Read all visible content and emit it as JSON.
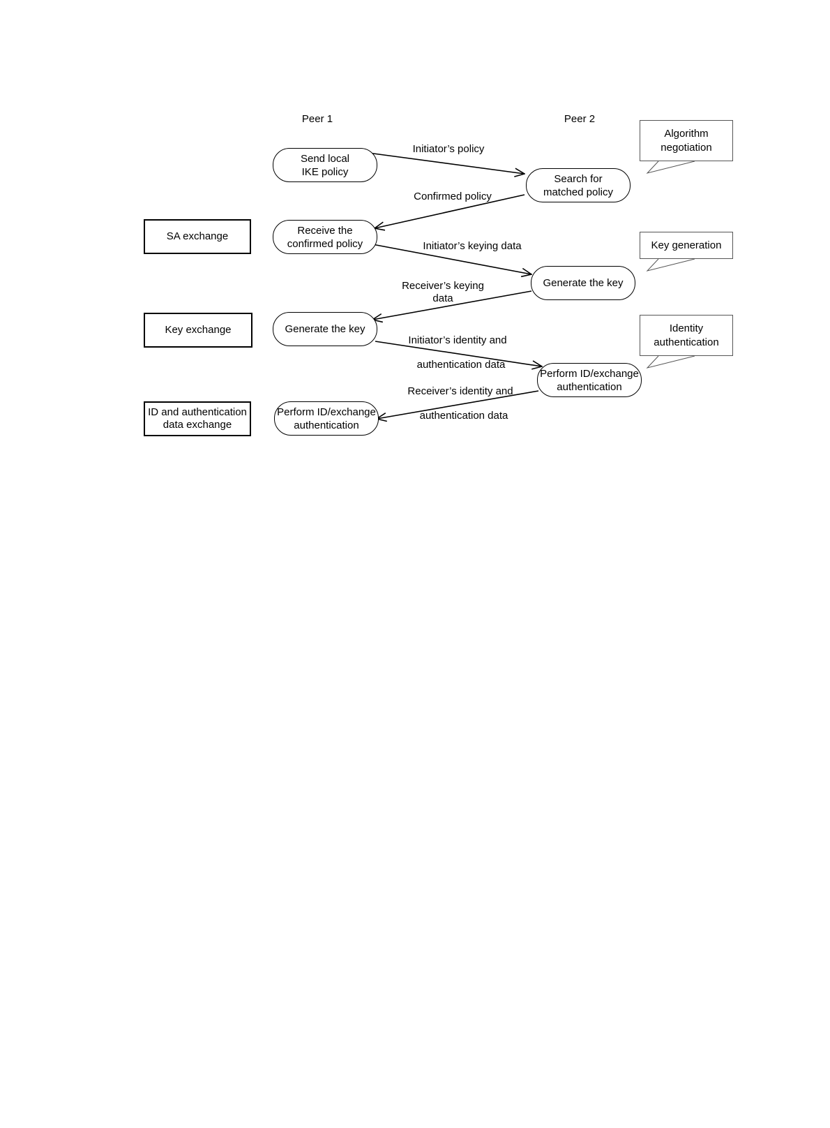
{
  "peers": {
    "left": "Peer 1",
    "right": "Peer 2"
  },
  "stages": {
    "sa": "SA  exchange",
    "key": "Key exchange",
    "id": "ID and authentication\ndata exchange"
  },
  "peer1_nodes": {
    "send_policy": "Send local\nIKE policy",
    "receive_policy": "Receive the\nconfirmed policy",
    "generate_key": "Generate the key",
    "perform_auth": "Perform ID/exchange\nauthentication"
  },
  "peer2_nodes": {
    "search_policy": "Search for\nmatched policy",
    "generate_key": "Generate the key",
    "perform_auth": "Perform ID/exchange\nauthentication"
  },
  "messages": {
    "initiator_policy": "Initiator’s policy",
    "confirmed_policy": "Confirmed policy",
    "initiator_keying": "Initiator’s keying data",
    "receiver_keying": "Receiver’s keying\ndata",
    "initiator_identity_1": "Initiator’s identity and",
    "initiator_identity_2": "authentication data",
    "receiver_identity_1": "Receiver’s identity and",
    "receiver_identity_2": "authentication data"
  },
  "callouts": {
    "algorithm": "Algorithm\nnegotiation",
    "keygen": "Key generation",
    "identity": "Identity\nauthentication"
  }
}
